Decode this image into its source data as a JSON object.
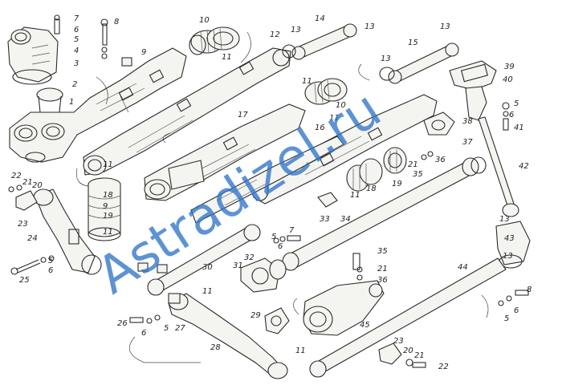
{
  "labels": [
    "7",
    "8",
    "6",
    "5",
    "4",
    "3",
    "2",
    "1",
    "9",
    "10",
    "11",
    "12",
    "13",
    "14",
    "13",
    "15",
    "13",
    "13",
    "39",
    "40",
    "5",
    "6",
    "41",
    "38",
    "37",
    "16",
    "17",
    "11",
    "10",
    "11",
    "18",
    "19",
    "11",
    "21",
    "35",
    "36",
    "42",
    "22",
    "21",
    "20",
    "11",
    "18",
    "9",
    "19",
    "11",
    "23",
    "24",
    "25",
    "6",
    "5",
    "30",
    "33",
    "34",
    "5",
    "6",
    "7",
    "31",
    "32",
    "35",
    "21",
    "36",
    "13",
    "43",
    "13",
    "44",
    "26",
    "6",
    "5",
    "27",
    "11",
    "28",
    "29",
    "45",
    "11",
    "23",
    "20",
    "21",
    "22",
    "8",
    "6",
    "5"
  ],
  "watermark": "Astradizel.ru"
}
